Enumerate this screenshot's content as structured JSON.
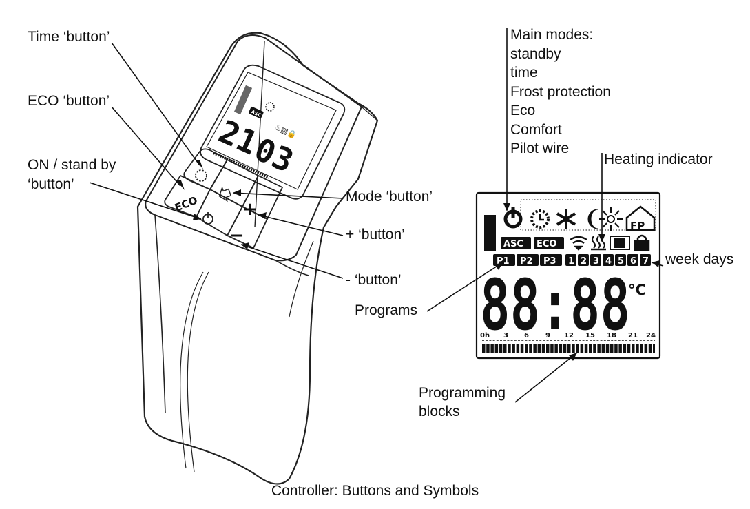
{
  "labels": {
    "time_button": "Time ‘button’",
    "eco_button": "ECO ‘button’",
    "on_standby_line1": "ON / stand by",
    "on_standby_line2": "‘button’",
    "mode_button": "Mode ‘button’",
    "plus_button": "+ ‘button’",
    "minus_button": "- ‘button’",
    "heating_indicator": "Heating indicator",
    "week_days": "week days",
    "programs": "Programs",
    "programming_blocks_line1": "Programming",
    "programming_blocks_line2": "blocks"
  },
  "main_modes": {
    "heading": "Main modes:",
    "items": [
      "standby",
      "time",
      "Frost protection",
      "Eco",
      "Comfort",
      "Pilot wire"
    ]
  },
  "device": {
    "eco_key": "ECO",
    "plus_key": "+",
    "minus_key": "−",
    "screen_digits_left": "21",
    "screen_digits_right": "03",
    "screen_badge": "ASC"
  },
  "lcd": {
    "asc": "ASC",
    "eco": "ECO",
    "fp": "FP",
    "programs": [
      "P1",
      "P2",
      "P3"
    ],
    "days": [
      "1",
      "2",
      "3",
      "4",
      "5",
      "6",
      "7"
    ],
    "digits": "88:88",
    "unit": "°C",
    "hour_ticks": [
      "0h",
      "3",
      "6",
      "9",
      "12",
      "15",
      "18",
      "21",
      "24"
    ]
  },
  "caption": "Controller: Buttons and Symbols"
}
